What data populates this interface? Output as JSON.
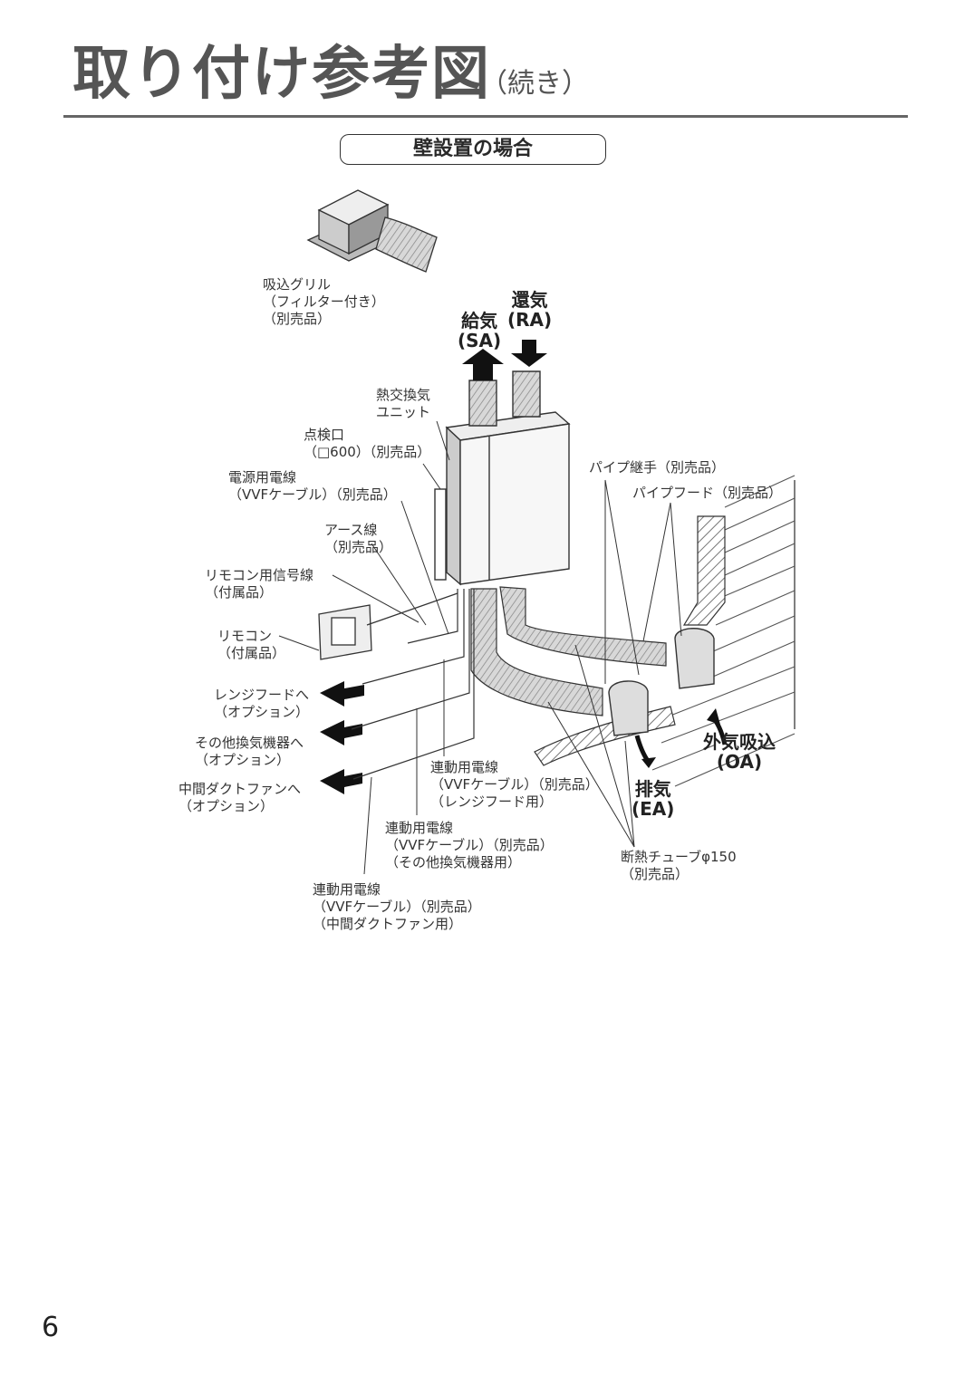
{
  "header": {
    "title": "取り付け参考図",
    "subtitle": "（続き）"
  },
  "section": {
    "title": "壁設置の場合"
  },
  "labels": {
    "intake_grille": "吸込グリル\n（フィルター付き）\n（別売品）",
    "return_air": "還気\n(RA)",
    "supply_air": "給気\n(SA)",
    "heat_exchanger": "熱交換気\nユニット",
    "inspection_port": "点検口\n（□600）（別売品）",
    "power_cable": "電源用電線\n（VVFケーブル）（別売品）",
    "ground_wire": "アース線\n（別売品）",
    "remote_signal": "リモコン用信号線\n（付属品）",
    "remote": "リモコン\n（付属品）",
    "range_hood": "レンジフードへ\n（オプション）",
    "other_vent": "その他換気機器へ\n（オプション）",
    "duct_fan": "中間ダクトファンへ\n（オプション）",
    "pipe_joint": "パイプ継手（別売品）",
    "pipe_hood": "パイプフード（別売品）",
    "outdoor_intake": "外気吸込\n(OA)",
    "exhaust": "排気\n(EA)",
    "link_cable_range": "連動用電線\n（VVFケーブル）（別売品）\n（レンジフード用）",
    "link_cable_other": "連動用電線\n（VVFケーブル）（別売品）\n（その他換気機器用）",
    "link_cable_fan": "連動用電線\n（VVFケーブル）（別売品）\n（中間ダクトファン用）",
    "insulation_tube": "断熱チューブφ150\n（別売品）"
  },
  "page_number": "6"
}
